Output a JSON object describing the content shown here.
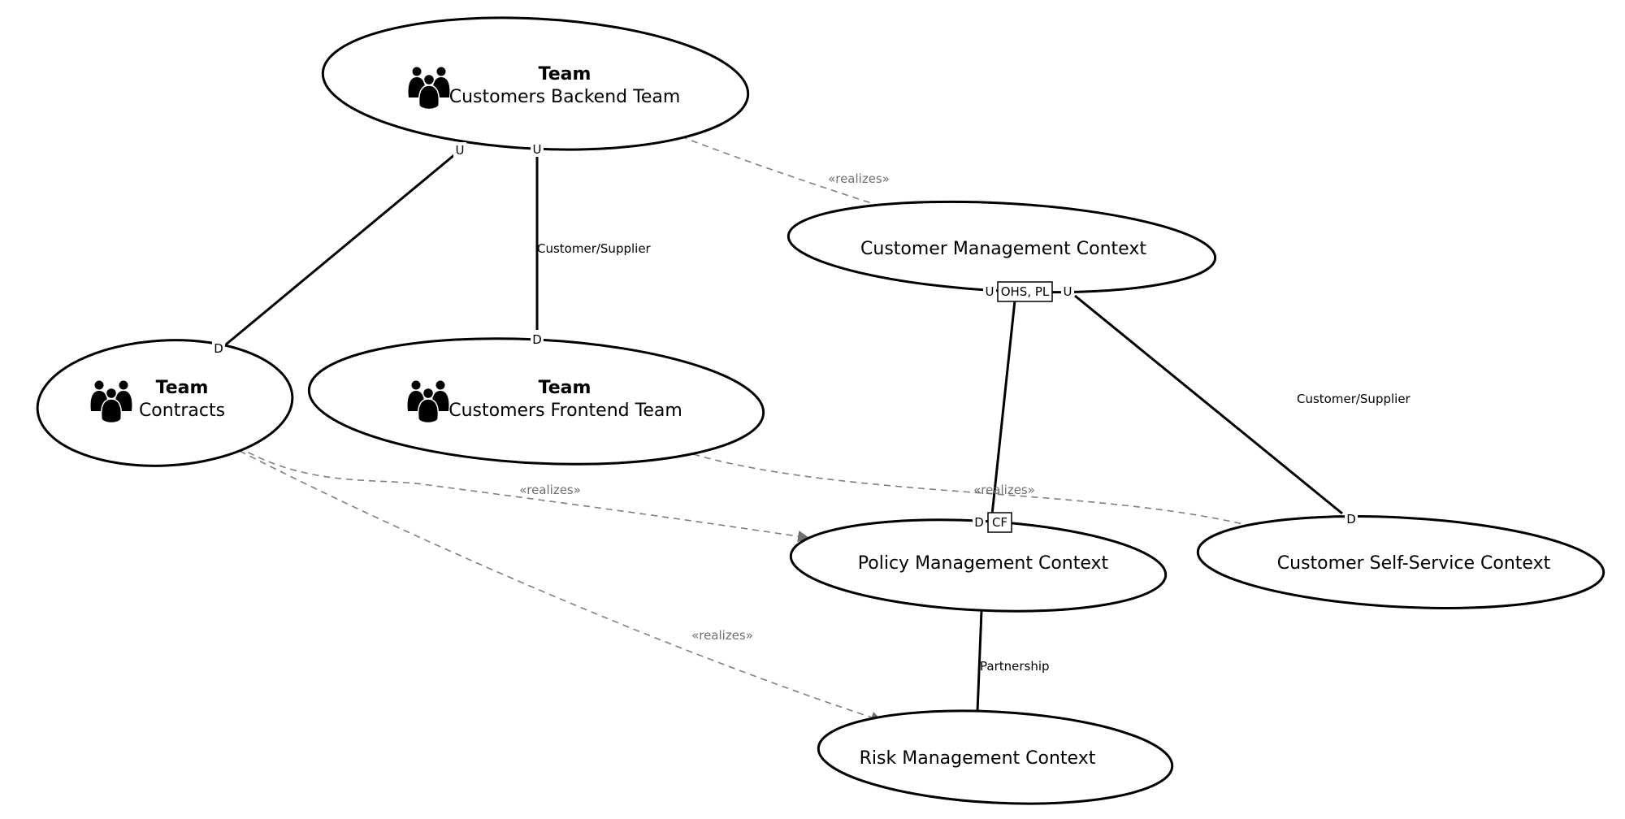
{
  "nodes": {
    "backend_team": {
      "kind": "Team",
      "name": "Customers Backend Team"
    },
    "contracts_team": {
      "kind": "Team",
      "name": "Contracts"
    },
    "frontend_team": {
      "kind": "Team",
      "name": "Customers Frontend Team"
    },
    "customer_mgmt": {
      "name": "Customer Management Context"
    },
    "policy_mgmt": {
      "name": "Policy Management Context"
    },
    "self_service": {
      "name": "Customer Self-Service Context"
    },
    "risk_mgmt": {
      "name": "Risk Management Context"
    }
  },
  "relationships": {
    "backend_frontend": {
      "label": "Customer/Supplier",
      "upstream_role": "U",
      "downstream_role": "D"
    },
    "backend_contracts": {
      "label": "",
      "upstream_role": "U",
      "downstream_role": "D"
    },
    "custmgmt_selfservice": {
      "label": "Customer/Supplier",
      "upstream_role": "U",
      "downstream_role": "D"
    },
    "custmgmt_policy": {
      "label": "",
      "upstream_role": "U",
      "upstream_patterns": "OHS, PL",
      "downstream_role": "D",
      "downstream_patterns": "CF"
    },
    "policy_risk": {
      "label": "Partnership"
    }
  },
  "realizations": {
    "backend_custmgmt": {
      "label": "«realizes»"
    },
    "contracts_policy": {
      "label": "«realizes»"
    },
    "contracts_risk": {
      "label": "«realizes»"
    },
    "frontend_selfservice": {
      "label": "«realizes»"
    }
  },
  "icons": {
    "team": "team-icon"
  },
  "colors": {
    "line": "#000000",
    "realize_line": "#808080",
    "realize_text": "#707070",
    "background": "#ffffff"
  }
}
